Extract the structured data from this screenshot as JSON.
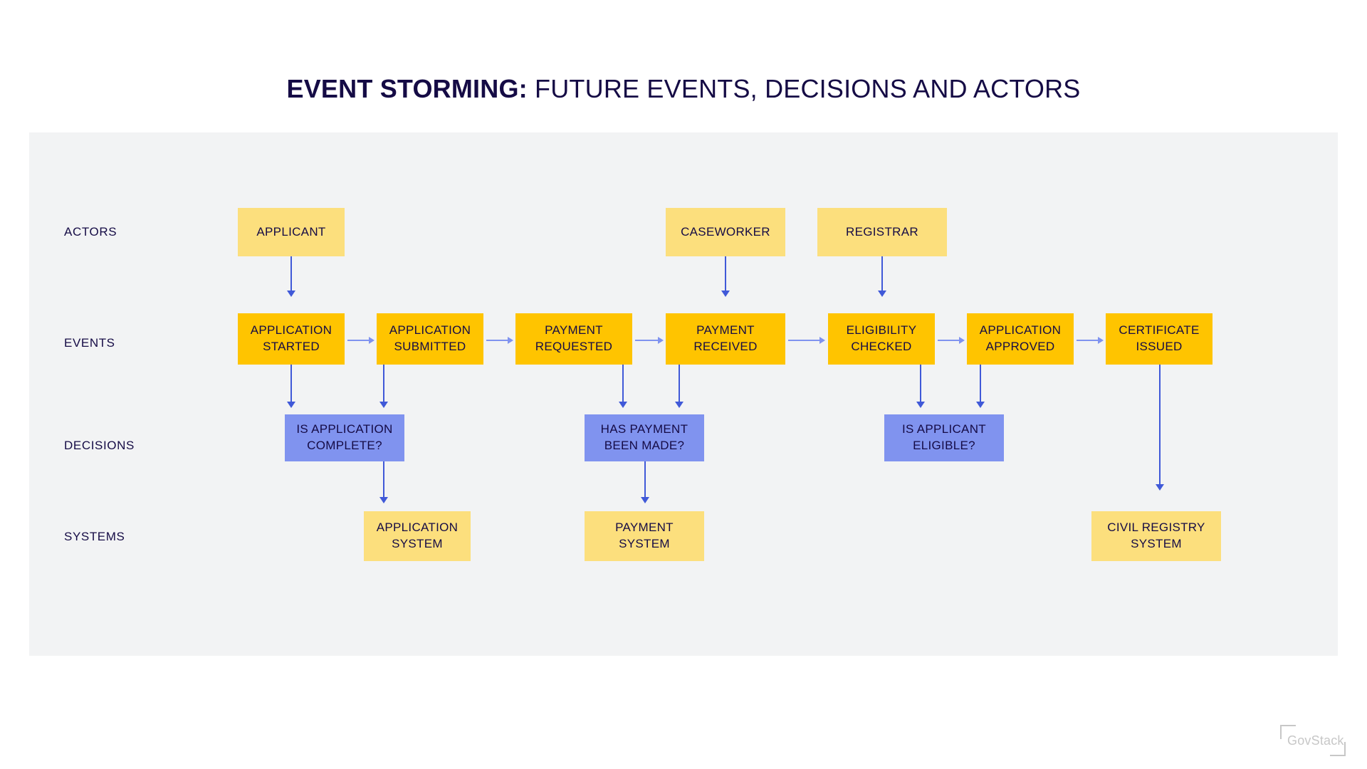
{
  "title": {
    "bold_part": "EVENT STORMING:",
    "regular_part": " FUTURE EVENTS, DECISIONS AND ACTORS"
  },
  "colors": {
    "navy_text": "#150b45",
    "actor_note": "#fcdf7d",
    "event_note": "#ffc400",
    "decision_note": "#8093ef",
    "system_note": "#fcdf7d",
    "arrow": "#4059d8",
    "arrow_light": "#8093ef",
    "canvas_bg": "#f2f3f4",
    "logo_gray": "#c7c7c7"
  },
  "rows": [
    {
      "key": "actors",
      "label": "ACTORS"
    },
    {
      "key": "events",
      "label": "EVENTS"
    },
    {
      "key": "decisions",
      "label": "DECISIONS"
    },
    {
      "key": "systems",
      "label": "SYSTEMS"
    }
  ],
  "actors": [
    {
      "label": "APPLICANT"
    },
    {
      "label": "CASEWORKER"
    },
    {
      "label": "REGISTRAR"
    }
  ],
  "events": [
    {
      "label": "APPLICATION\nSTARTED",
      "line1": "APPLICATION",
      "line2": "STARTED"
    },
    {
      "label": "APPLICATION\nSUBMITTED",
      "line1": "APPLICATION",
      "line2": "SUBMITTED"
    },
    {
      "label": "PAYMENT\nREQUESTED",
      "line1": "PAYMENT",
      "line2": "REQUESTED"
    },
    {
      "label": "PAYMENT\nRECEIVED",
      "line1": "PAYMENT",
      "line2": "RECEIVED"
    },
    {
      "label": "ELIGIBILITY\nCHECKED",
      "line1": "ELIGIBILITY",
      "line2": "CHECKED"
    },
    {
      "label": "APPLICATION\nAPPROVED",
      "line1": "APPLICATION",
      "line2": "APPROVED"
    },
    {
      "label": "CERTIFICATE\nISSUED",
      "line1": "CERTIFICATE",
      "line2": "ISSUED"
    }
  ],
  "decisions": [
    {
      "line1": "IS APPLICATION",
      "line2": "COMPLETE?"
    },
    {
      "line1": "HAS PAYMENT",
      "line2": "BEEN MADE?"
    },
    {
      "line1": "IS APPLICANT",
      "line2": "ELIGIBLE?"
    }
  ],
  "systems": [
    {
      "line1": "APPLICATION",
      "line2": "SYSTEM"
    },
    {
      "line1": "PAYMENT",
      "line2": "SYSTEM"
    },
    {
      "line1": "CIVIL REGISTRY",
      "line2": "SYSTEM"
    }
  ],
  "logo": {
    "wordmark": "GovStack"
  }
}
